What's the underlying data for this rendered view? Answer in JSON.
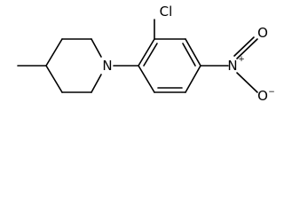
{
  "molecule": {
    "atom_labels": {
      "piperidine_nitrogen": "N",
      "chlorine": "Cl",
      "nitro_nitrogen": "N",
      "nitro_oxygen_top": "O",
      "nitro_oxygen_bottom": "O",
      "nitro_nitrogen_charge": "+",
      "nitro_oxygen_charge": "−"
    }
  }
}
